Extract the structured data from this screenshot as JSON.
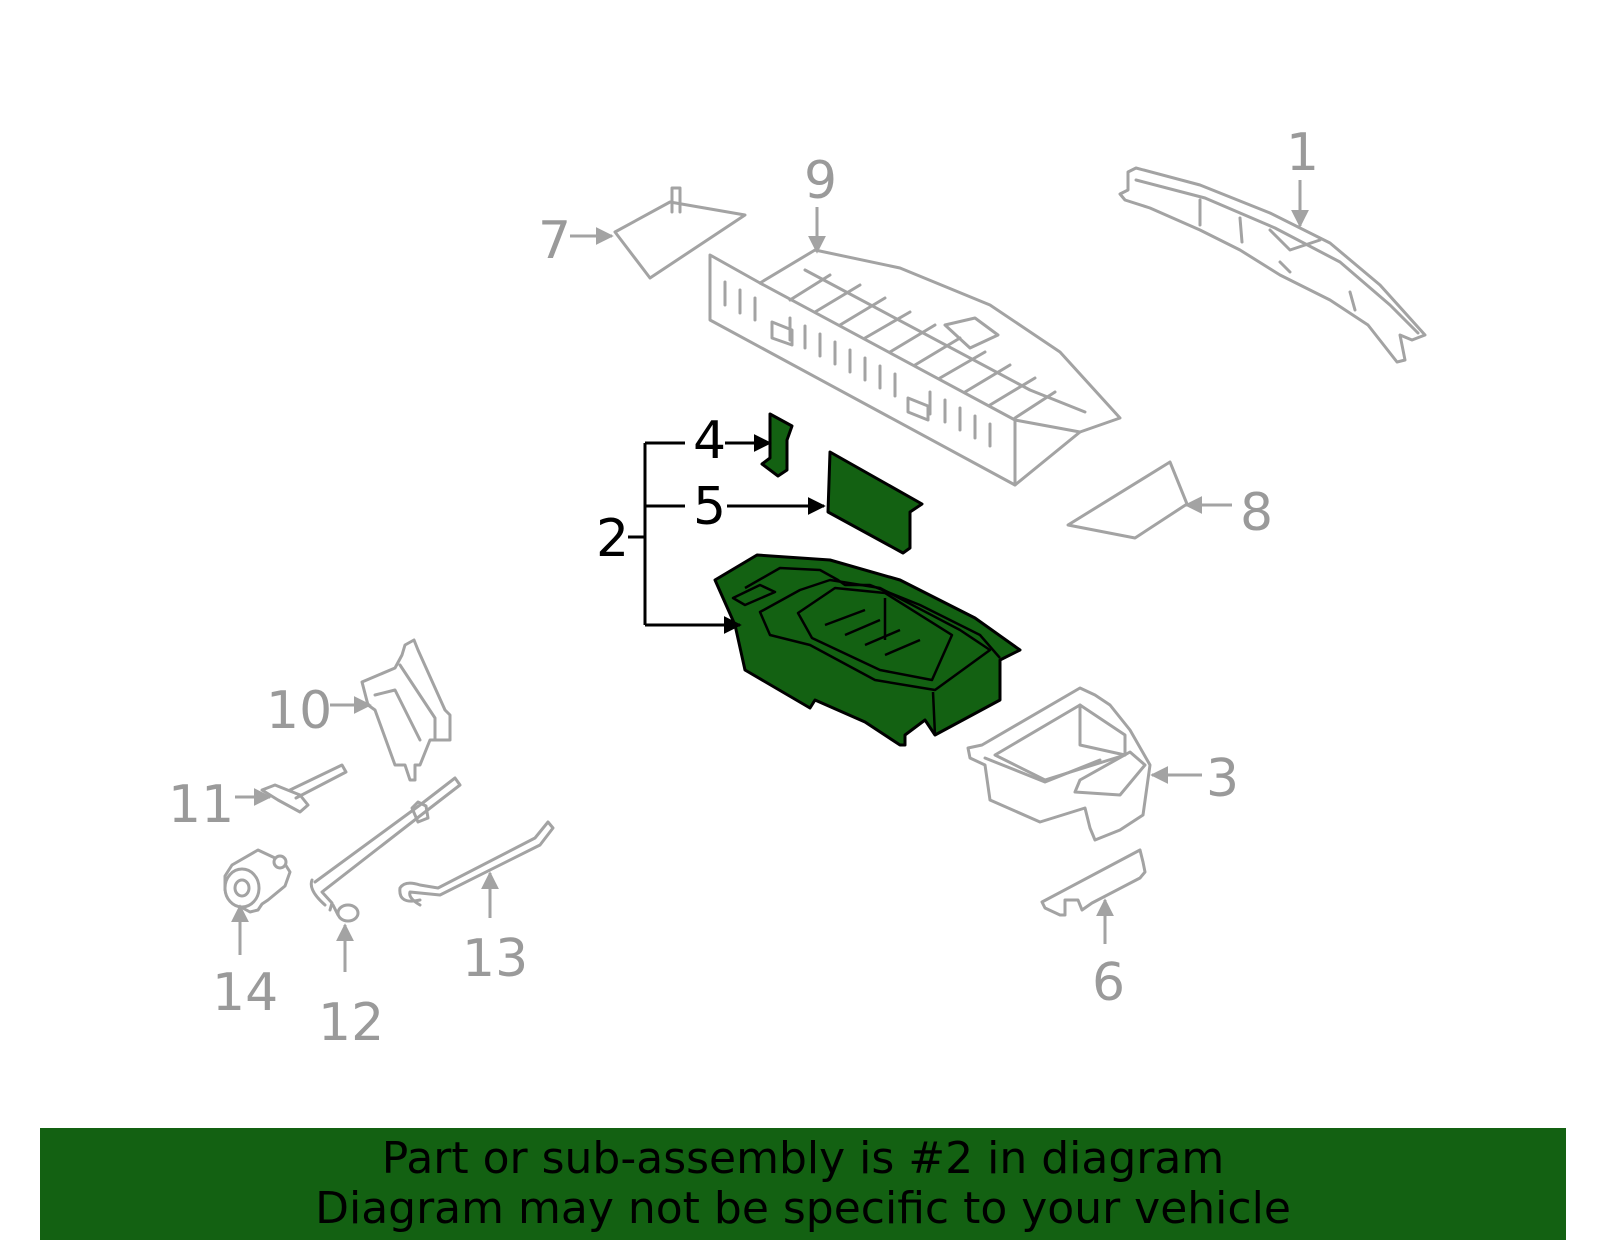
{
  "diagram": {
    "highlight_color": "#136112",
    "part_outline_color": "#a3a3a3",
    "callouts": [
      {
        "id": "1",
        "highlighted": false
      },
      {
        "id": "2",
        "highlighted": true
      },
      {
        "id": "3",
        "highlighted": false
      },
      {
        "id": "4",
        "highlighted": true
      },
      {
        "id": "5",
        "highlighted": true
      },
      {
        "id": "6",
        "highlighted": false
      },
      {
        "id": "7",
        "highlighted": false
      },
      {
        "id": "8",
        "highlighted": false
      },
      {
        "id": "9",
        "highlighted": false
      },
      {
        "id": "10",
        "highlighted": false
      },
      {
        "id": "11",
        "highlighted": false
      },
      {
        "id": "12",
        "highlighted": false
      },
      {
        "id": "13",
        "highlighted": false
      },
      {
        "id": "14",
        "highlighted": false
      }
    ]
  },
  "banner": {
    "line1": "Part or sub-assembly is #2 in diagram",
    "line2": "Diagram may not be specific to your vehicle",
    "background": "#136112"
  }
}
